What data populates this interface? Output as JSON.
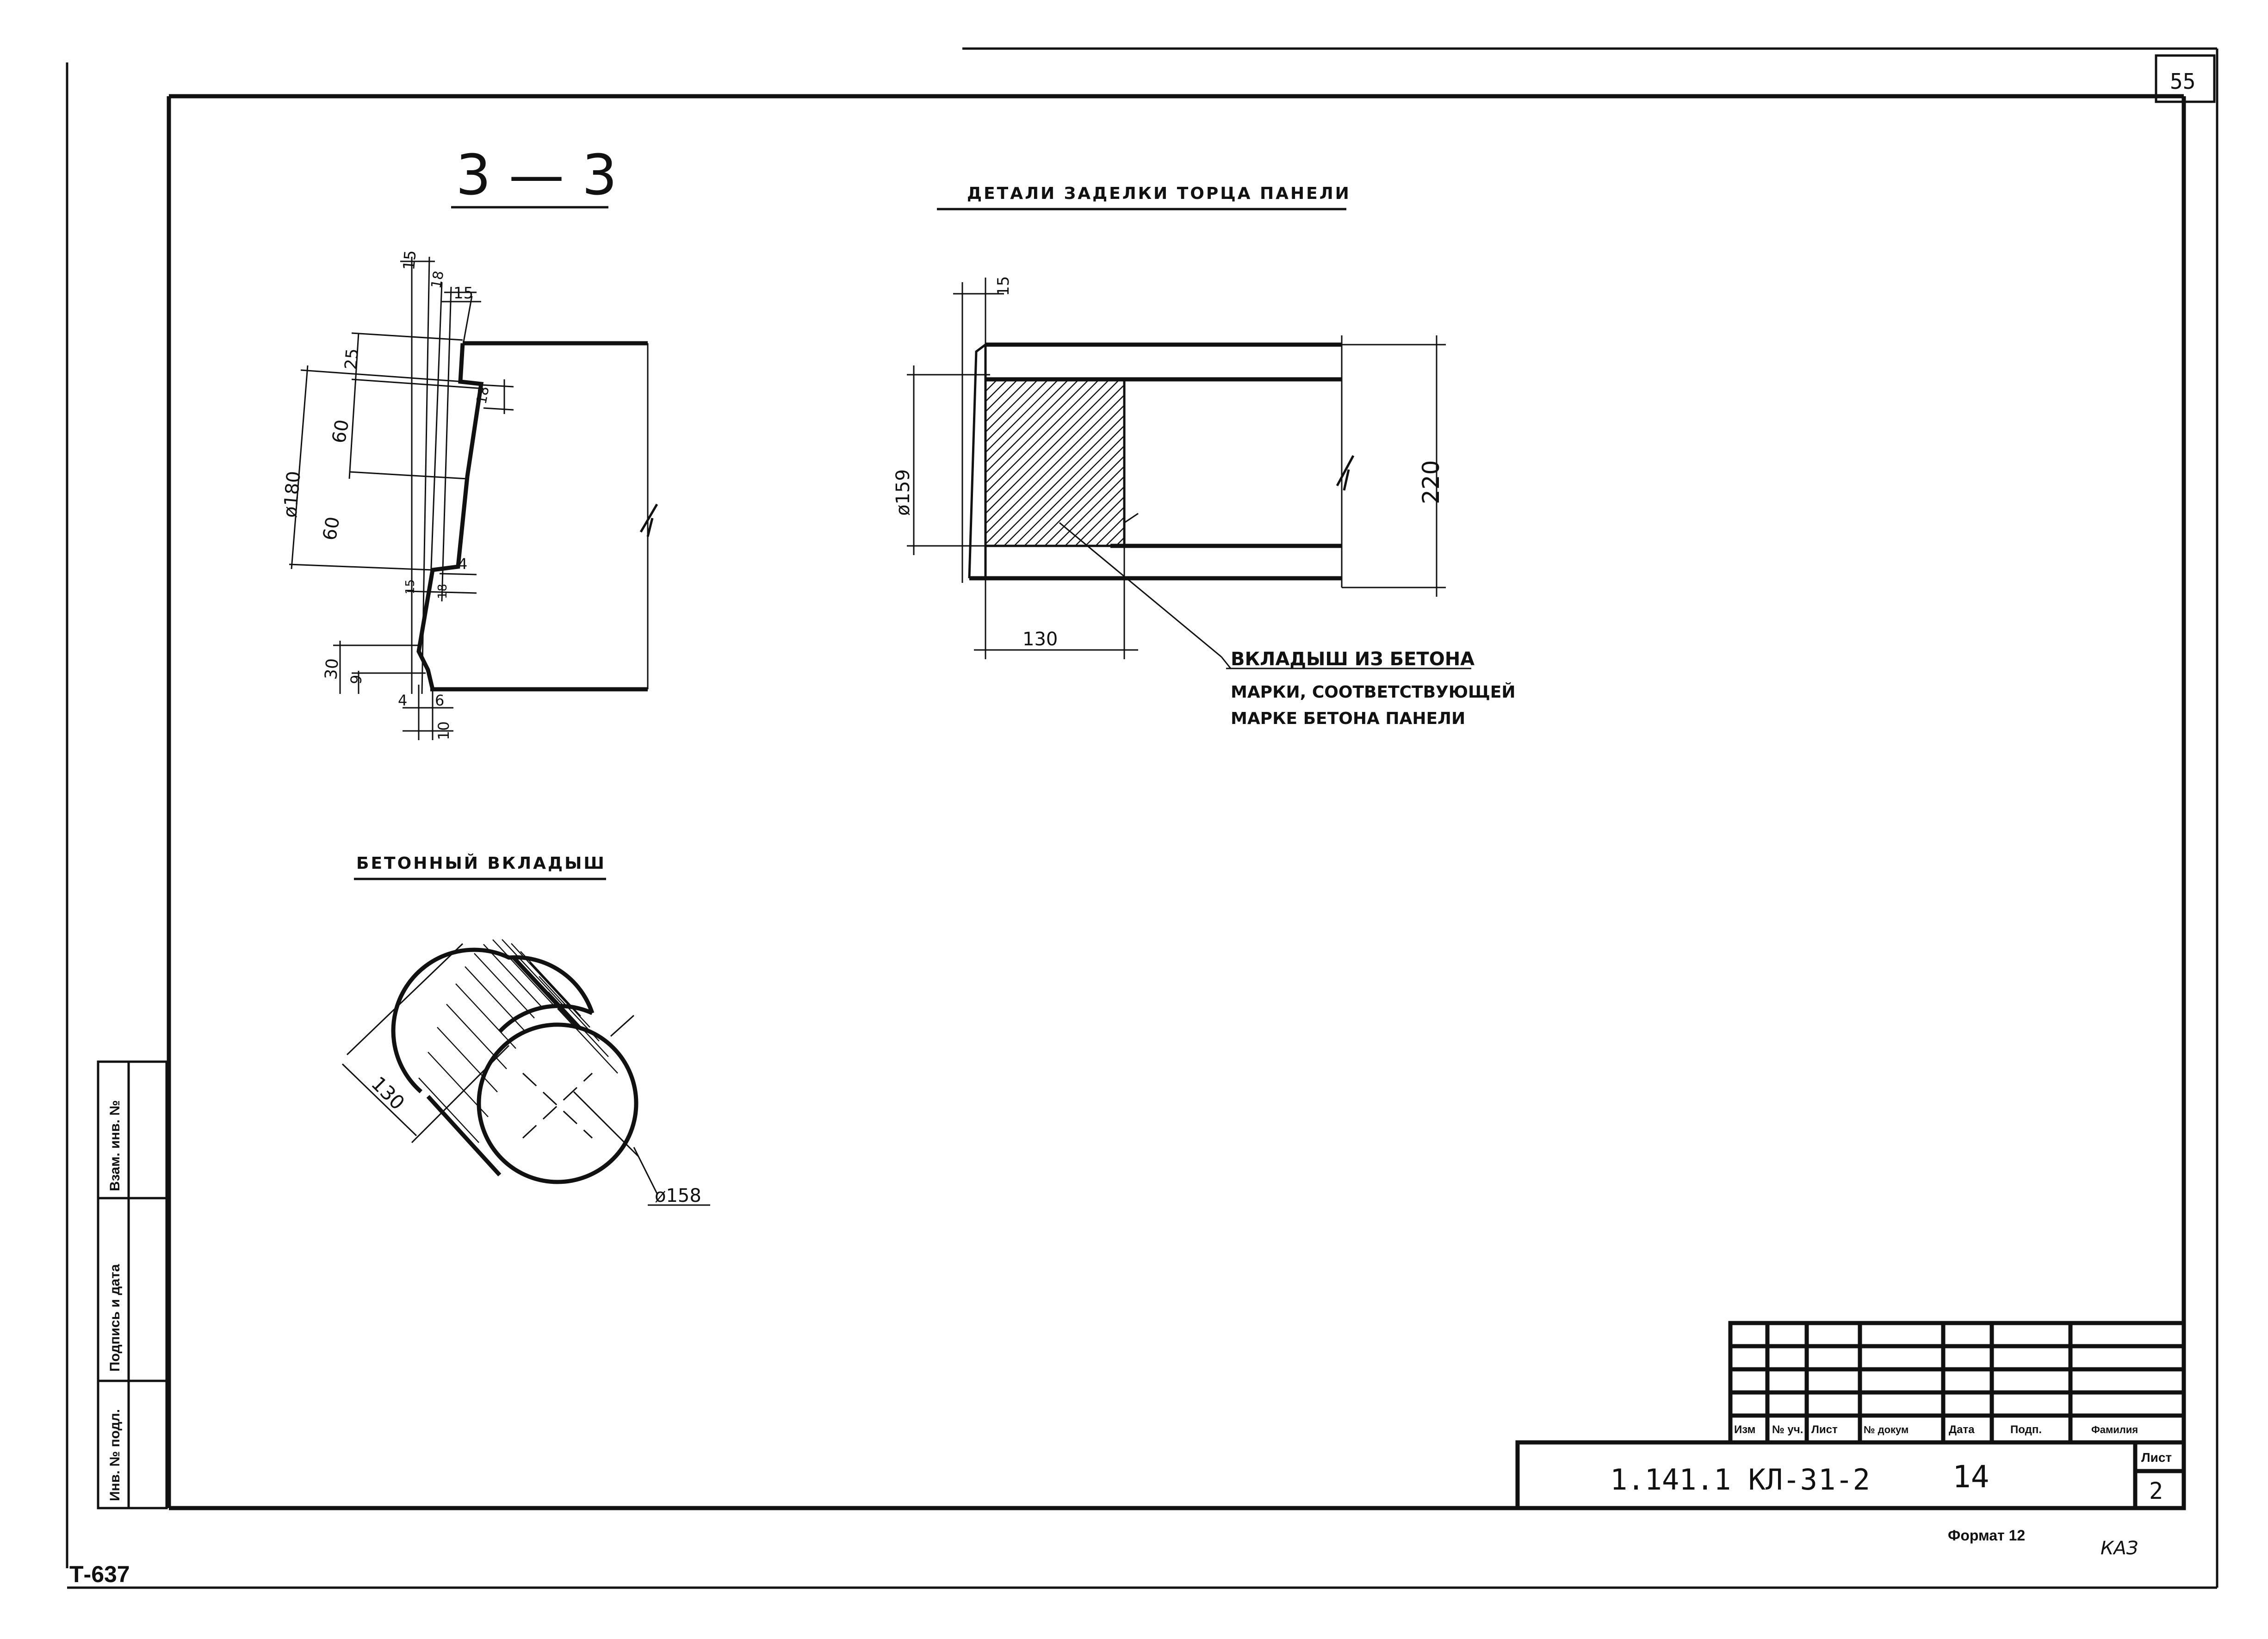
{
  "sheet": {
    "corner_number": "55",
    "inventory_code": "Т-637",
    "format_label": "Формат 12",
    "corner_mark": "КАЗ"
  },
  "sections": {
    "section_3_3": {
      "title": "3 — 3",
      "dims": [
        "15",
        "18",
        "15",
        "25",
        "18",
        "60",
        "60",
        "ø180",
        "4",
        "15",
        "18",
        "30",
        "9",
        "4",
        "6",
        "10"
      ]
    },
    "end_detail": {
      "title": "ДЕТАЛИ ЗАДЕЛКИ ТОРЦА ПАНЕЛИ",
      "dims": [
        "15",
        "ø159",
        "220",
        "130"
      ],
      "callout": [
        "ВКЛАДЫШ ИЗ БЕТОНА",
        "МАРКИ, СООТВЕТСТВУЮЩЕЙ",
        "МАРКЕ БЕТОНА ПАНЕЛИ"
      ]
    },
    "concrete_insert": {
      "title": "БЕТОННЫЙ ВКЛАДЫШ",
      "dims": [
        "130",
        "ø158"
      ]
    }
  },
  "side_stamp": {
    "labels": [
      "Взам. инв. №",
      "Подпись и дата",
      "Инв. № подл."
    ]
  },
  "title_block": {
    "headers": [
      "Изм",
      "№ уч.",
      "Лист",
      "№ докум",
      "Дата",
      "Подп.",
      "Фамилия"
    ],
    "doc_code": "1.141.1 КЛ-3",
    "issue": "1-2",
    "num": "14",
    "sheet_label": "Лист",
    "sheet_value": "2"
  }
}
